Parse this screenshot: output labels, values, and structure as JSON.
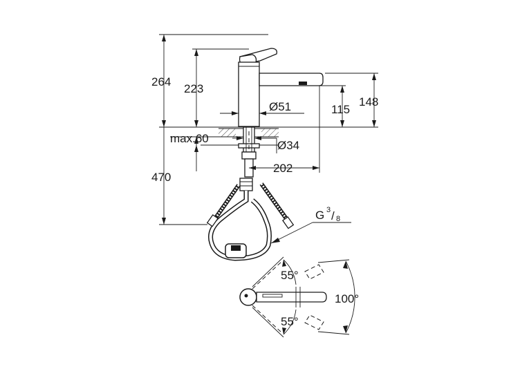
{
  "dimensions": {
    "total_height": "264",
    "spout_top_height": "223",
    "body_diameter": "Ø51",
    "outlet_height": "115",
    "spout_height": "148",
    "deck_thickness": "max.60",
    "hole_diameter": "Ø34",
    "reach": "202",
    "hose_length": "470",
    "thread_base": "G",
    "thread_num": "3",
    "thread_den": "8"
  },
  "angles": {
    "swivel_upper": "55°",
    "swivel_lower": "55°",
    "pullout_range": "100°"
  }
}
